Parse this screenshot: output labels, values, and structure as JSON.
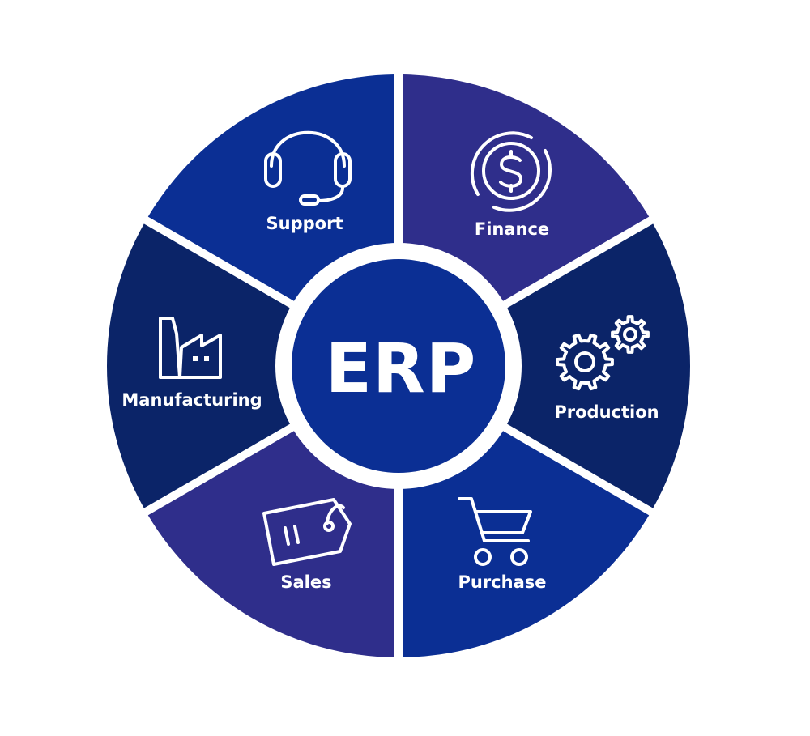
{
  "diagram": {
    "center": {
      "label": "ERP",
      "color": "#0b2f94"
    },
    "ring_color": "#ffffff",
    "segments": [
      {
        "label": "Support",
        "icon": "headset-icon",
        "color": "#0b2f94"
      },
      {
        "label": "Finance",
        "icon": "dollar-coin-icon",
        "color": "#2f2e8b"
      },
      {
        "label": "Production",
        "icon": "gears-icon",
        "color": "#0b2468"
      },
      {
        "label": "Purchase",
        "icon": "shopping-cart-icon",
        "color": "#0b2f94"
      },
      {
        "label": "Sales",
        "icon": "price-tag-icon",
        "color": "#2f2e8b"
      },
      {
        "label": "Manufacturing",
        "icon": "factory-icon",
        "color": "#0b2468"
      }
    ]
  }
}
